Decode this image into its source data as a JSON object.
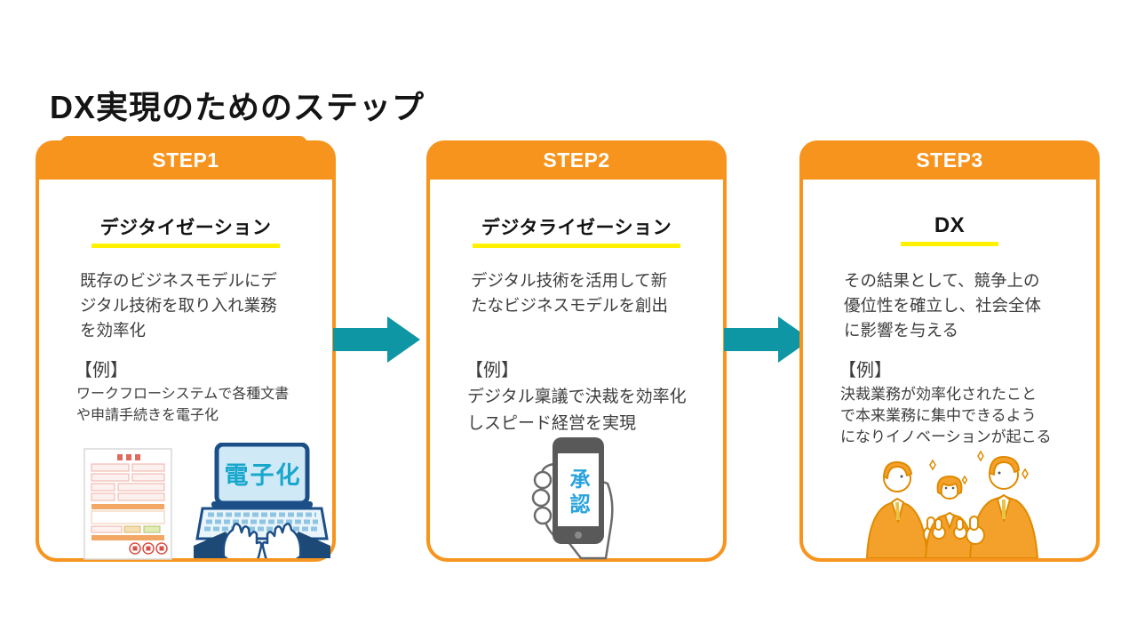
{
  "page": {
    "title": "DX実現のためのステップ"
  },
  "colors": {
    "orange": "#F7941D",
    "underline_yellow": "#FFF100",
    "arrow_teal": "#0E96A4",
    "body_text": "#3D3D3D",
    "laptop_outline_blue": "#1C4F87",
    "laptop_screen_blue": "#CFE9F7",
    "laptop_label_teal": "#18A7CC",
    "phone_gray": "#595959",
    "phone_label_blue": "#29A3DC",
    "people_orange": "#F4A12B"
  },
  "steps": [
    {
      "header": "STEP1",
      "title": "デジタイゼーション",
      "description": "既存のビジネスモデルにデ\nジタル技術を取り入れ業務\nを効率化",
      "example_label": "【例】",
      "example": "ワークフローシステムで各種文書\nや申請手続きを電子化",
      "illustration": {
        "name": "paper-form-and-laptop",
        "laptop_screen_label": "電子化"
      }
    },
    {
      "header": "STEP2",
      "title": "デジタライゼーション",
      "description": "デジタル技術を活用して新\nたなビジネスモデルを創出",
      "example_label": "【例】",
      "example": "デジタル稟議で決裁を効率化\nしスピード経営を実現",
      "illustration": {
        "name": "smartphone-approval",
        "phone_screen_label": "承認"
      }
    },
    {
      "header": "STEP3",
      "title": "DX",
      "description": "その結果として、競争上の\n優位性を確立し、社会全体\nに影響を与える",
      "example_label": "【例】",
      "example": "決裁業務が効率化されたこと\nで本来業務に集中できるよう\nになりイノベーションが起こる",
      "illustration": {
        "name": "business-people-thumbs-up"
      }
    }
  ]
}
